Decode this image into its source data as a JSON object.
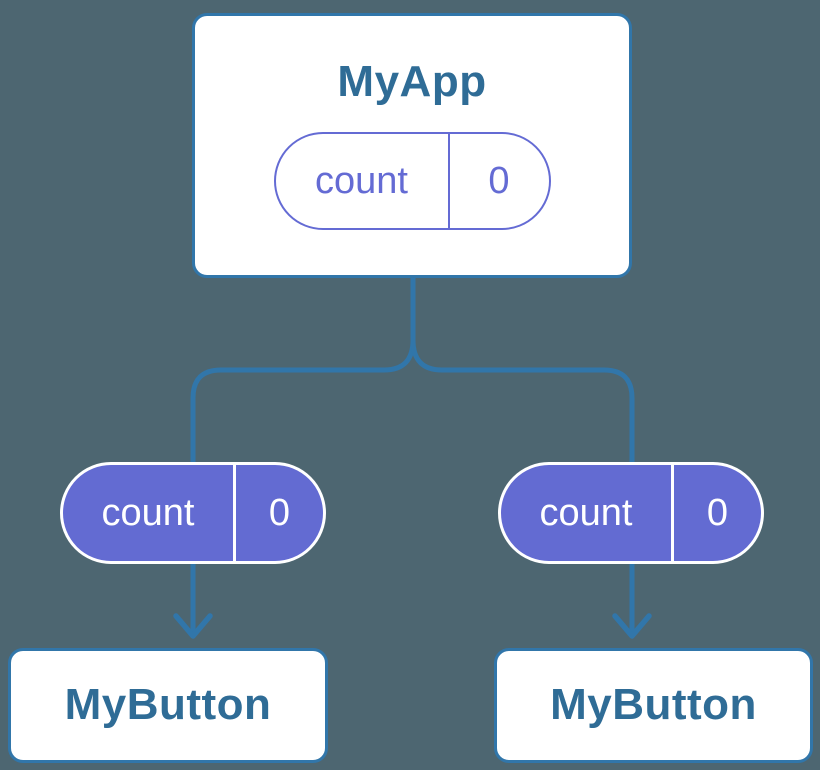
{
  "colors": {
    "bg": "#4D6671",
    "blue": "#3176AA",
    "text": "#2F6C96",
    "purple": "#646BD4",
    "purpleFill": "#636BD2",
    "pillText": "#FFFFFF",
    "cardBg": "#FFFFFF"
  },
  "tree": {
    "root": {
      "label": "MyApp",
      "state": {
        "name": "count",
        "value": "0"
      }
    },
    "children": [
      {
        "label": "MyButton",
        "state": {
          "name": "count",
          "value": "0"
        }
      },
      {
        "label": "MyButton",
        "state": {
          "name": "count",
          "value": "0"
        }
      }
    ]
  }
}
